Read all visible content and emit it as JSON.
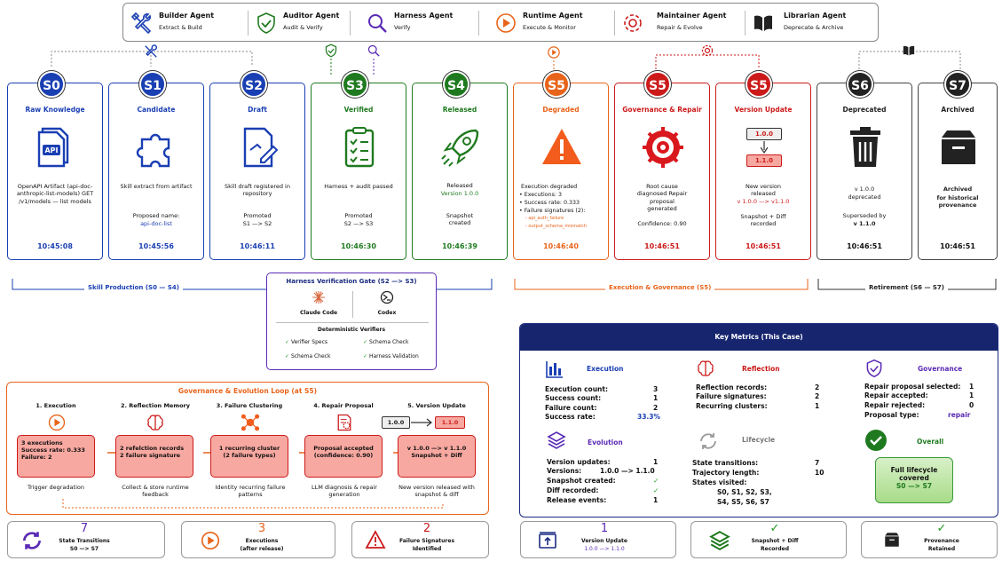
{
  "agents": [
    {
      "name": "Builder Agent",
      "sub": "Extract & Build"
    },
    {
      "name": "Auditor Agent",
      "sub": "Audit & Verify"
    },
    {
      "name": "Harness Agent",
      "sub": "Verify"
    },
    {
      "name": "Runtime Agent",
      "sub": "Execute & Monitor"
    },
    {
      "name": "Maintainer Agent",
      "sub": "Repair & Evolve"
    },
    {
      "name": "Librarian Agent",
      "sub": "Deprecate & Archive"
    }
  ],
  "stages": [
    {
      "id": "S0",
      "title": "Raw Knowledge",
      "desc": "OpenAPI Artifact (api-doc-anthropic-list-models) GET /v1/models — list models",
      "time": "10:45:08",
      "color": "#1a3fb3"
    },
    {
      "id": "S1",
      "title": "Candidate",
      "desc": "Skill extract from artifact",
      "desc2": "Proposed name:",
      "desc3": "api-doc-list",
      "time": "10:45:56",
      "color": "#1a3fb3"
    },
    {
      "id": "S2",
      "title": "Draft",
      "desc": "Skill draft registered in repository",
      "desc2": "Promoted",
      "desc3": "S1 —> S2",
      "time": "10:46:11",
      "color": "#1a3fb3"
    },
    {
      "id": "S3",
      "title": "Verified",
      "desc": "Harness + audit passed",
      "desc2": "Promoted",
      "desc3": "S2 —> S3",
      "time": "10:46:30",
      "color": "#1f7a1f"
    },
    {
      "id": "S4",
      "title": "Released",
      "desc": "Released",
      "desc2": "Version 1.0.0",
      "desc3": "Snapshot created",
      "time": "10:46:39",
      "color": "#1f7a1f"
    },
    {
      "id": "S5",
      "title": "Degraded",
      "desc": "Execution degraded",
      "bullets": [
        "Executions: 3",
        "Success rate: 0.333",
        "Failure signatures (2):"
      ],
      "sig1": "- api_auth_failure",
      "sig2": "- output_schema_mismatch",
      "time": "10:46:40",
      "color": "#e8641a"
    },
    {
      "id": "S5",
      "title": "Governance & Repair",
      "desc": "Root cause diagnosed Repair proposal generated",
      "desc2": "Confidence: 0.90",
      "time": "10:46:51",
      "color": "#cc1a1a"
    },
    {
      "id": "S5",
      "title": "Version Update",
      "from": "1.0.0",
      "to": "1.1.0",
      "desc": "New version released",
      "desc2": "v 1.0.0 —> v1.1.0",
      "desc3": "Snapshot + Diff recorded",
      "time": "10:46:51",
      "color": "#cc1a1a"
    },
    {
      "id": "S6",
      "title": "Deprecated",
      "desc": "v 1.0.0",
      "desc1b": "deprecated",
      "desc2": "Superseded by",
      "desc3": "v 1.1.0",
      "time": "10:46:51",
      "color": "#222"
    },
    {
      "id": "S7",
      "title": "Archived",
      "desc": "Archived",
      "desc1b": "for historical provenance",
      "time": "10:46:51",
      "color": "#222"
    }
  ],
  "groups": {
    "production": "Skill Production (S0 — S4)",
    "execution": "Execution & Governance (S5)",
    "retirement": "Retirement (S6 — S7)"
  },
  "gate": {
    "title": "Harness Verification Gate (S2 —> S3)",
    "claude": "Claude Code",
    "codex": "Codex",
    "verifiers_title": "Deterministic Verifiers",
    "verifiers": [
      "Verifier Specs",
      "Schema Check",
      "Schema Check",
      "Harness Validation"
    ]
  },
  "loop": {
    "title": "Governance & Evolution Loop (at S5)",
    "steps": [
      {
        "head": "1. Execution",
        "box": [
          "3 executions",
          "Success rate: 0.333",
          "Failure: 2"
        ],
        "foot": "Trigger degradation"
      },
      {
        "head": "2. Reflection Memory",
        "box": [
          "2 refelction records",
          "2 failure signature"
        ],
        "foot": "Collect & store runtime feedback"
      },
      {
        "head": "3. Failure Clustering",
        "box": [
          "1 recurring cluster",
          "(2 failure types)"
        ],
        "foot": "Identity recurring failure patterns"
      },
      {
        "head": "4. Repair Proposal",
        "box": [
          "Proposal accepted",
          "(confidence: 0.90)"
        ],
        "foot": "LLM diagnosis & repair generation"
      },
      {
        "head": "5. Version Update",
        "box": [
          "v 1.0.0 —> v 1.1.0",
          "Snapshot + Diff"
        ],
        "foot": "New version released with snapshot & diff",
        "from": "1.0.0",
        "to": "1.1.0"
      }
    ]
  },
  "metrics": {
    "title": "Key Metrics (This Case)",
    "execution": {
      "head": "Execution",
      "rows": [
        [
          "Execution count:",
          "3"
        ],
        [
          "Success count:",
          "1"
        ],
        [
          "Failure count:",
          "2"
        ],
        [
          "Success rate:",
          "33.3%"
        ]
      ]
    },
    "reflection": {
      "head": "Reflection",
      "rows": [
        [
          "Reflection records:",
          "2"
        ],
        [
          "Failure signatures:",
          "2"
        ],
        [
          "Recurring clusters:",
          "1"
        ]
      ]
    },
    "governance": {
      "head": "Governance",
      "rows": [
        [
          "Repair proposal selected:",
          "1"
        ],
        [
          "Repair accepted:",
          "1"
        ],
        [
          "Repair rejected:",
          "0"
        ],
        [
          "Proposal type:",
          "repair"
        ]
      ]
    },
    "evolution": {
      "head": "Evolution",
      "rows": [
        [
          "Version updates:",
          "1"
        ],
        [
          "Versions:",
          "1.0.0 —> 1.1.0"
        ],
        [
          "Snapshot created:",
          "✓"
        ],
        [
          "Diff recorded:",
          "✓"
        ],
        [
          "Release events:",
          "1"
        ]
      ]
    },
    "lifecycle": {
      "head": "Lifecycle",
      "rows": [
        [
          "State transitions:",
          "7"
        ],
        [
          "Trajectory length:",
          "10"
        ],
        [
          "States visited:",
          ""
        ]
      ],
      "states1": "S0, S1, S2, S3,",
      "states2": "S4, S5, S6, S7"
    },
    "overall": {
      "head": "Overall",
      "l1": "Full lifecycle",
      "l2": "covered",
      "l3": "S0 —> S7"
    }
  },
  "bottom": [
    {
      "num": "7",
      "l1": "State Transitions",
      "l2": "S0 —> S7"
    },
    {
      "num": "3",
      "l1": "Executions",
      "l2": "(after release)"
    },
    {
      "num": "2",
      "l1": "Failure Signatures",
      "l2": "Identified"
    },
    {
      "num": "1",
      "l1": "Version Update",
      "l2": "1.0.0 —> 1.1.0"
    },
    {
      "num": "✓",
      "l1": "Snapshot + Diff",
      "l2": "Recorded"
    },
    {
      "num": "✓",
      "l1": "Provenance",
      "l2": "Retained"
    }
  ]
}
